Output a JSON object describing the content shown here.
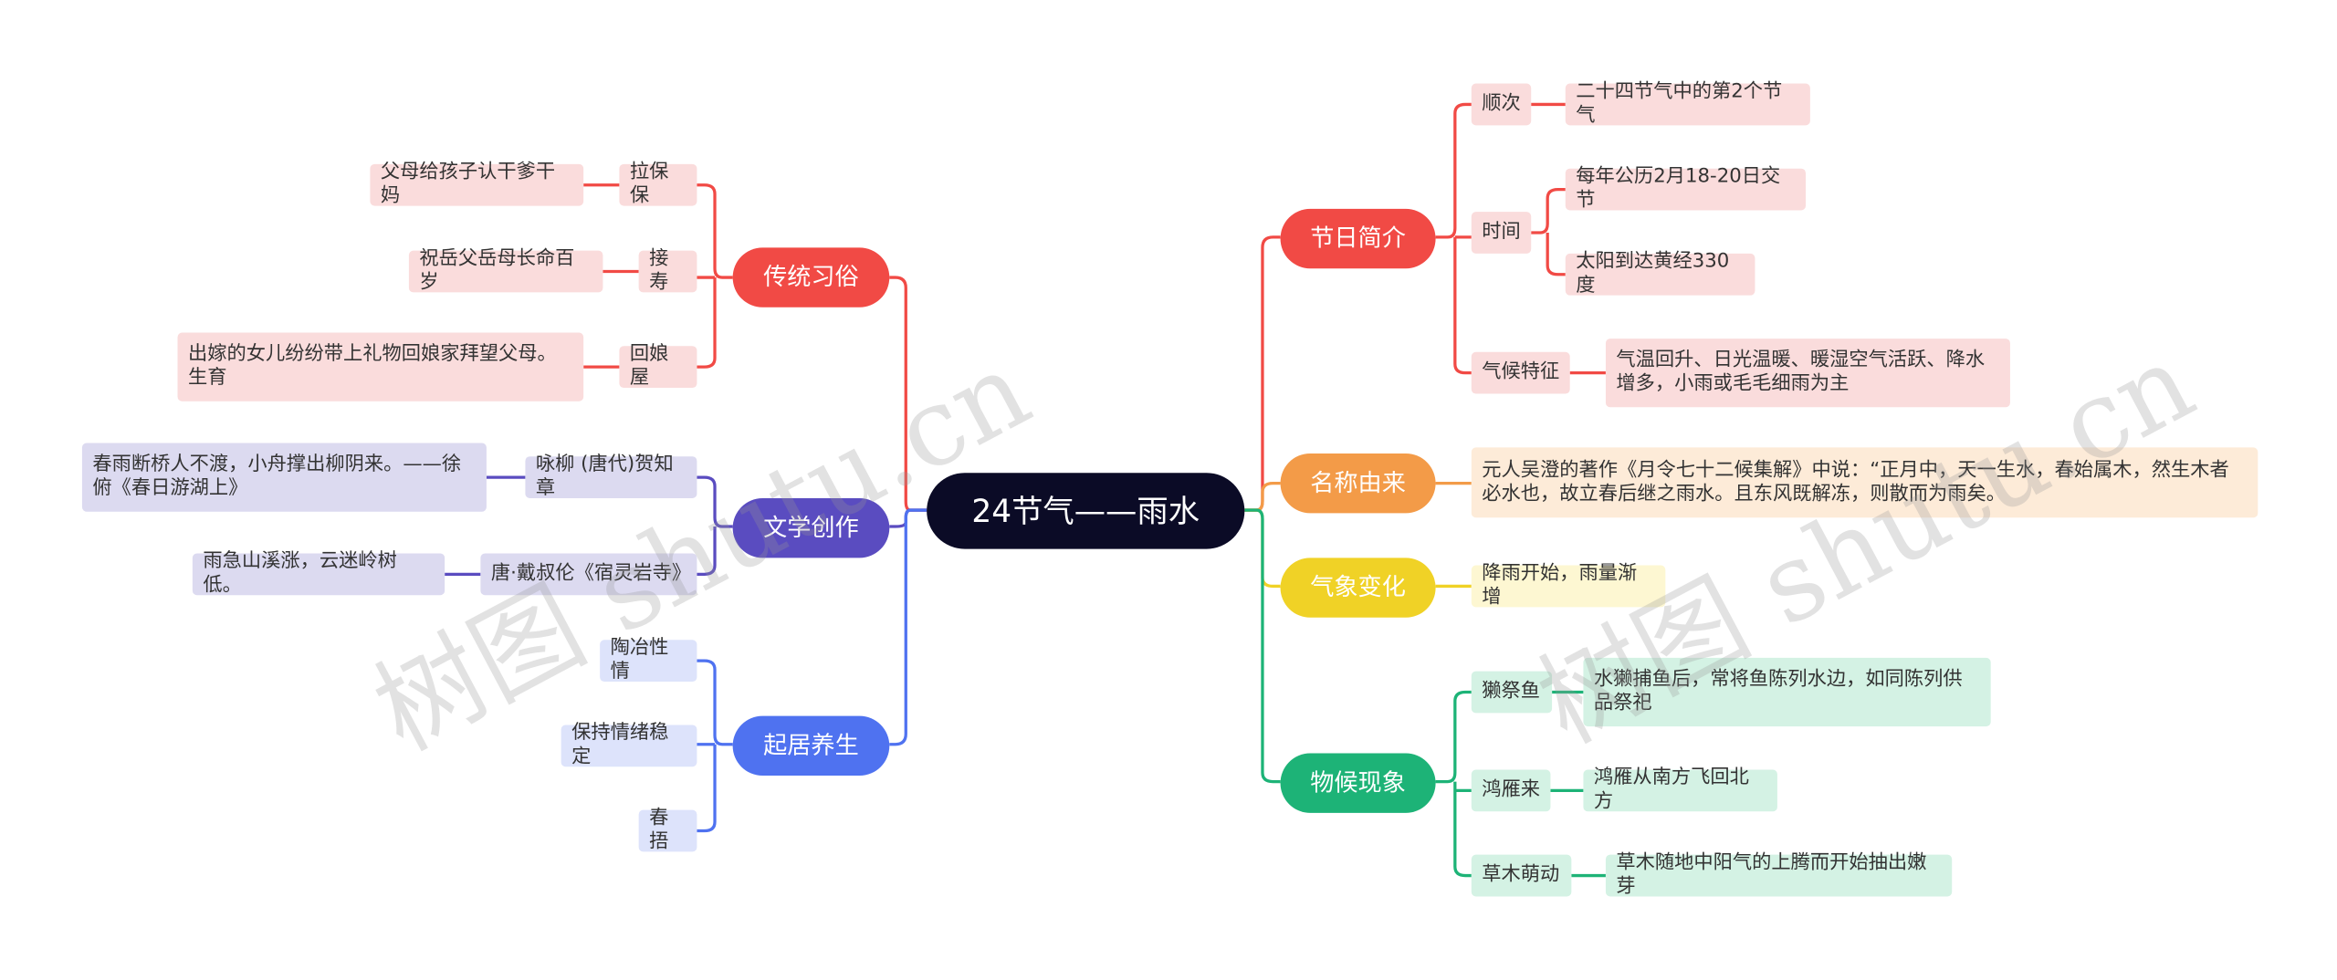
{
  "colors": {
    "root": "#0b0b26",
    "red": "#f14a45",
    "purple": "#5a4cc0",
    "blue": "#4f72f0",
    "orange": "#f39b48",
    "yellow": "#f0d226",
    "green": "#1db377"
  },
  "root": "24节气——雨水",
  "watermark": "树图 shutu.cn",
  "left": {
    "customs": {
      "label": "传统习俗",
      "items": [
        {
          "label": "拉保保",
          "desc": "父母给孩子认干爹干妈"
        },
        {
          "label": "接寿",
          "desc": "祝岳父岳母长命百岁"
        },
        {
          "label": "回娘屋",
          "desc": "出嫁的女儿纷纷带上礼物回娘家拜望父母。生育"
        }
      ]
    },
    "literature": {
      "label": "文学创作",
      "items": [
        {
          "label": "咏柳 (唐代)贺知章",
          "desc": "春雨断桥人不渡，小舟撑出柳阴来。——徐俯《春日游湖上》"
        },
        {
          "label": "唐·戴叔伦《宿灵岩寺》",
          "desc": "雨急山溪涨，云迷岭树低。"
        }
      ]
    },
    "health": {
      "label": "起居养生",
      "items": [
        "陶冶性情",
        "保持情绪稳定",
        "春捂"
      ]
    }
  },
  "right": {
    "intro": {
      "label": "节日简介",
      "order": {
        "label": "顺次",
        "desc": "二十四节气中的第2个节气"
      },
      "time": {
        "label": "时间",
        "descs": [
          "每年公历2月18-20日交节",
          "太阳到达黄经330度"
        ]
      },
      "climate": {
        "label": "气候特征",
        "desc": "气温回升、日光温暖、暖湿空气活跃、降水增多，小雨或毛毛细雨为主"
      }
    },
    "origin": {
      "label": "名称由来",
      "desc": "元人吴澄的著作《月令七十二候集解》中说：“正月中，天一生水，春始属木，然生木者必水也，故立春后继之雨水。且东风既解冻，则散而为雨矣。"
    },
    "weather": {
      "label": "气象变化",
      "desc": "降雨开始，雨量渐增"
    },
    "phenology": {
      "label": "物候现象",
      "items": [
        {
          "label": "獭祭鱼",
          "desc": "水獭捕鱼后，常将鱼陈列水边，如同陈列供品祭祀"
        },
        {
          "label": "鸿雁来",
          "desc": "鸿雁从南方飞回北方"
        },
        {
          "label": "草木萌动",
          "desc": "草木随地中阳气的上腾而开始抽出嫩芽"
        }
      ]
    }
  }
}
